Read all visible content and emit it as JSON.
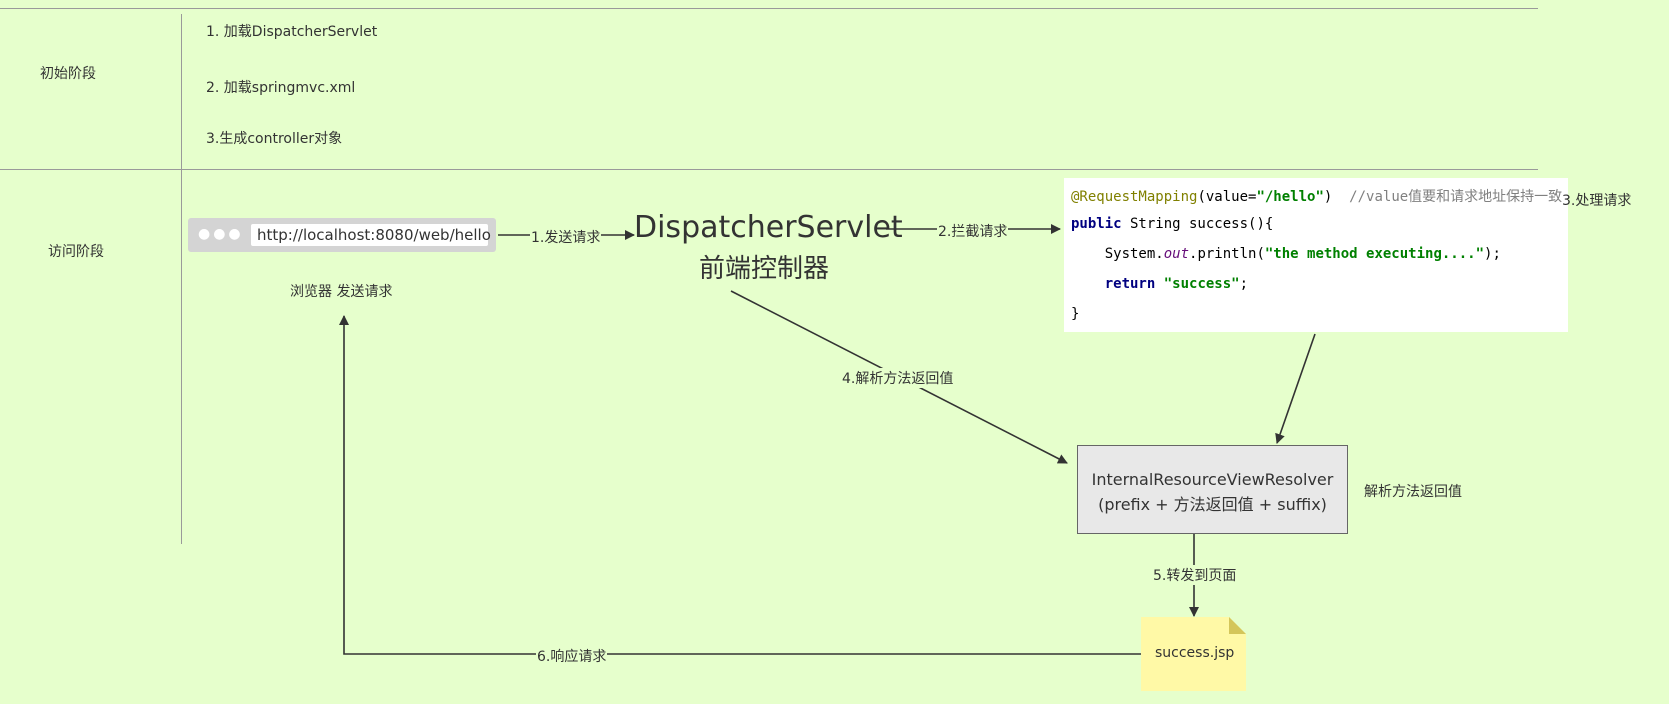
{
  "phases": {
    "init_label": "初始阶段",
    "access_label": "访问阶段"
  },
  "init_steps": [
    "1. 加载DispatcherServlet",
    "2. 加载springmvc.xml",
    "3.生成controller对象"
  ],
  "browser": {
    "url": "http://localhost:8080/web/hello",
    "caption": "浏览器 发送请求"
  },
  "dispatcher": {
    "title": "DispatcherServlet",
    "subtitle": "前端控制器"
  },
  "code": {
    "annotation": "@RequestMapping",
    "ann_args_open": "(value=",
    "ann_value": "\"/hello\"",
    "ann_args_close": ")",
    "comment": "  //value值要和请求地址保持一致",
    "kw_public": "public",
    "method_sig": " String success(){",
    "sys_prefix": "    System.",
    "sys_field": "out",
    "sys_call": ".println(",
    "println_arg": "\"the method executing....\"",
    "sys_end": ");",
    "ret_indent": "    ",
    "kw_return": "return",
    "ret_value": " \"success\"",
    "ret_end": ";",
    "close_brace": "}"
  },
  "resolver": {
    "name": "InternalResourceViewResolver",
    "formula": "(prefix + 方法返回值 + suffix)"
  },
  "jsp": {
    "label": "success.jsp"
  },
  "edges": {
    "e1": "1.发送请求",
    "e2": "2.拦截请求",
    "e3": "3.处理请求",
    "e4": "4.解析方法返回值",
    "e5": "5.转发到页面",
    "e6": "6.响应请求"
  },
  "resolver_note": "解析方法返回值",
  "colors": {
    "background": "#e6ffcc",
    "note_fill": "#fff9a6",
    "resolver_fill": "#e8e8e8"
  }
}
